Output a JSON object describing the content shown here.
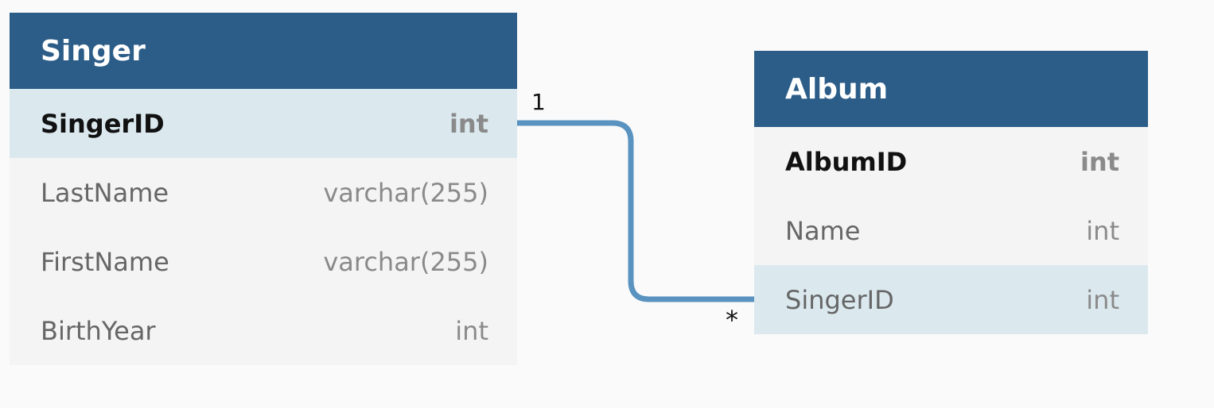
{
  "tables": {
    "singer": {
      "title": "Singer",
      "columns": [
        {
          "name": "SingerID",
          "type": "int"
        },
        {
          "name": "LastName",
          "type": "varchar(255)"
        },
        {
          "name": "FirstName",
          "type": "varchar(255)"
        },
        {
          "name": "BirthYear",
          "type": "int"
        }
      ]
    },
    "album": {
      "title": "Album",
      "columns": [
        {
          "name": "AlbumID",
          "type": "int"
        },
        {
          "name": "Name",
          "type": "int"
        },
        {
          "name": "SingerID",
          "type": "int"
        }
      ]
    }
  },
  "relationship": {
    "from_cardinality": "1",
    "to_cardinality": "*",
    "color": "#5a93c0"
  },
  "colors": {
    "header": "#2c5d88",
    "highlight_row": "#dbe9ef",
    "row": "#f4f4f4"
  }
}
